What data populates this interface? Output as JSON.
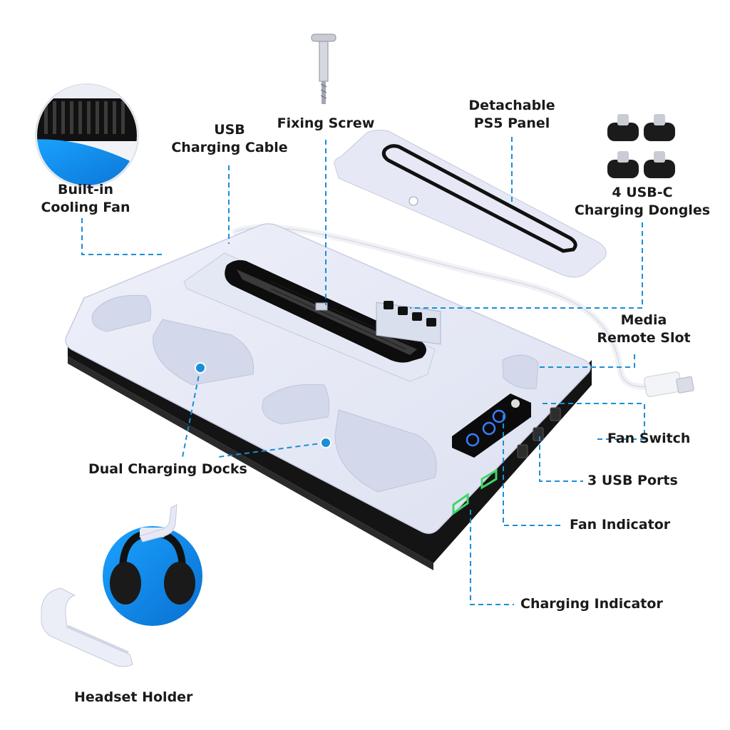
{
  "colors": {
    "accent": "#1a8fd6",
    "panel_white": "#e9ecf7",
    "body_black": "#141414",
    "led_green": "#3fd66a",
    "led_blue": "#3a7cff"
  },
  "labels": {
    "fixing_screw": [
      "Fixing Screw"
    ],
    "usb_cable": [
      "USB",
      "Charging Cable"
    ],
    "ps5_panel": [
      "Detachable",
      "PS5 Panel"
    ],
    "cooling_fan": [
      "Built-in",
      "Cooling Fan"
    ],
    "usbc_dongles": [
      "4 USB-C",
      "Charging Dongles"
    ],
    "media_remote": [
      "Media",
      "Remote Slot"
    ],
    "fan_switch": [
      "Fan Switch"
    ],
    "usb_ports": [
      "3 USB Ports"
    ],
    "fan_indicator": [
      "Fan Indicator"
    ],
    "charging_docks": [
      "Dual Charging Docks"
    ],
    "charging_indicator": [
      "Charging Indicator"
    ],
    "headset_holder": [
      "Headset Holder"
    ]
  }
}
